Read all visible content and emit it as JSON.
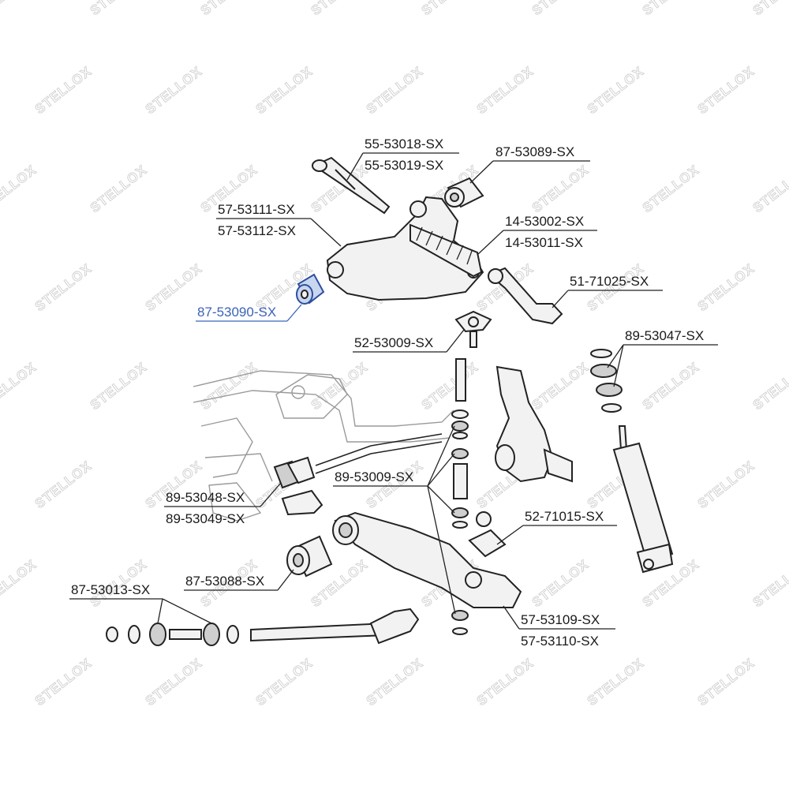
{
  "watermark": {
    "text": "STELLOX"
  },
  "labels": {
    "p55_53018": "55-53018-SX",
    "p55_53019": "55-53019-SX",
    "p87_53089": "87-53089-SX",
    "p57_53111": "57-53111-SX",
    "p57_53112": "57-53112-SX",
    "p14_53002": "14-53002-SX",
    "p14_53011": "14-53011-SX",
    "p51_71025": "51-71025-SX",
    "p87_53090": "87-53090-SX",
    "p52_53009": "52-53009-SX",
    "p89_53047": "89-53047-SX",
    "p89_53009": "89-53009-SX",
    "p89_53048": "89-53048-SX",
    "p89_53049": "89-53049-SX",
    "p52_71015": "52-71015-SX",
    "p87_53088": "87-53088-SX",
    "p87_53013": "87-53013-SX",
    "p57_53109": "57-53109-SX",
    "p57_53110": "57-53110-SX"
  },
  "colors": {
    "highlight": "#3b63b8",
    "ink": "#1a1a1a"
  }
}
